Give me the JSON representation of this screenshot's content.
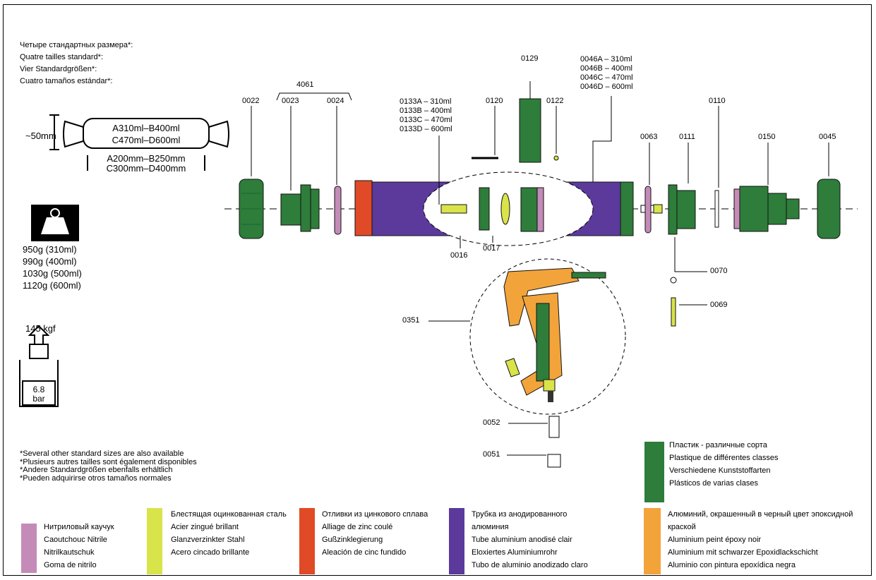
{
  "intro_lines": [
    "Четыре стандартных размера*:",
    "Quatre tailles standard*:",
    "Vier Standardgrößen*:",
    "Cuatro tamaños estándar*:"
  ],
  "size_info": {
    "dim_height": "~50mm",
    "volume_line1": "A310ml–B400ml",
    "volume_line2": "C470ml–D600ml",
    "length_line1": "A200mm–B250mm",
    "length_line2": "C300mm–D400mm"
  },
  "weights": [
    "950g (310ml)",
    "990g (400ml)",
    "1030g (500ml)",
    "1120g (600ml)"
  ],
  "force": {
    "label": "145 kgf",
    "pressure_value": "6.8",
    "pressure_unit": "bar"
  },
  "footnotes": [
    "*Several other standard sizes are also available",
    "*Plusieurs autres tailles sont également disponibles",
    "*Andere Standardgrößen ebenfalls erhältlich",
    "*Pueden adquirirse otros tamaños normales"
  ],
  "parts": {
    "p4061": "4061",
    "p0022": "0022",
    "p0023": "0023",
    "p0024": "0024",
    "p0133": [
      "0133A – 310ml",
      "0133B – 400ml",
      "0133C – 470ml",
      "0133D – 600ml"
    ],
    "p0120": "0120",
    "p0129": "0129",
    "p0122": "0122",
    "p0046": [
      "0046A – 310ml",
      "0046B – 400ml",
      "0046C – 470ml",
      "0046D – 600ml"
    ],
    "p0110": "0110",
    "p0063": "0063",
    "p0111": "0111",
    "p0150": "0150",
    "p0045": "0045",
    "p0016": "0016",
    "p0017": "0017",
    "p0070": "0070",
    "p0069": "0069",
    "p0351": "0351",
    "p0052": "0052",
    "p0051": "0051"
  },
  "legend": {
    "green": {
      "color": "#2e7d3a",
      "lines": [
        "Пластик - различные сорта",
        "Plastique de différentes classes",
        "Verschiedene Kunststoffarten",
        "Plásticos de varias clases"
      ]
    },
    "pink": {
      "color": "#c48bb8",
      "lines": [
        "Нитриловый каучук",
        "Caoutchouc Nitrile",
        "Nitrilkautschuk",
        "Goma de nitrilo"
      ]
    },
    "yellow": {
      "color": "#d9e34a",
      "lines": [
        "Блестящая оцинкованная сталь",
        "Acier zingué brillant",
        "Glanzverzinkter Stahl",
        "Acero cincado brillante"
      ]
    },
    "red": {
      "color": "#e04a26",
      "lines": [
        "Отливки из цинкового сплава",
        "Alliage de zinc coulé",
        "Gußzinklegierung",
        "Aleación de cinc fundido"
      ]
    },
    "purple": {
      "color": "#5b3a9c",
      "lines": [
        "Трубка из анодированного алюминия",
        "Tube aluminium anodisé clair",
        "Eloxiertes Aluminiumrohr",
        "Tubo de aluminio anodizado claro"
      ]
    },
    "orange": {
      "color": "#f2a43a",
      "lines": [
        "Алюминий, окрашенный в черный цвет эпоксидной краской",
        "Aluminium peint époxy noir",
        "Aluminium mit schwarzer Epoxidlackschicht",
        "Aluminio con pintura epoxídica negra"
      ]
    }
  }
}
